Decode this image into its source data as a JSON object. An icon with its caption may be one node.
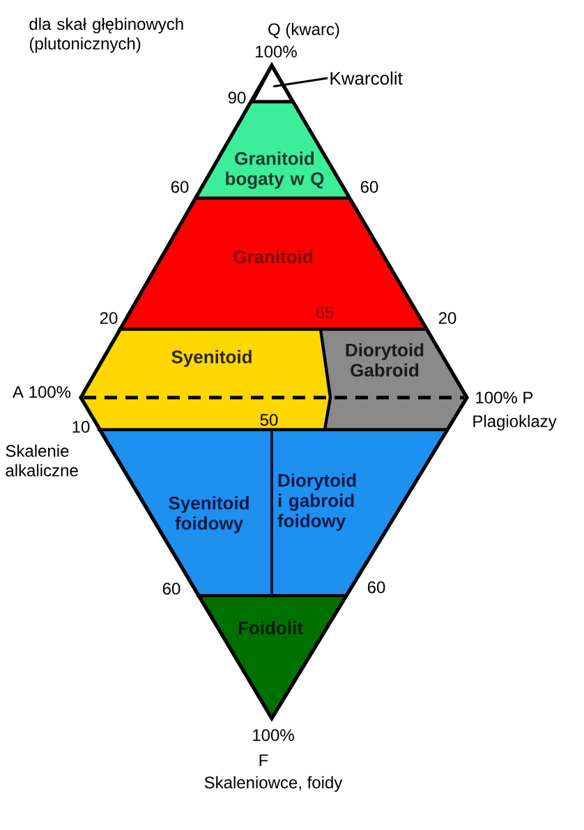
{
  "diagram": {
    "nodes": [
      {
        "text": [
          "Kwarcolit"
        ]
      },
      {
        "text": [],
        "shape": "triangle"
      },
      {
        "text": [
          "Granitoid bogaty w Q"
        ]
      },
      {
        "text": [
          "Granitoid"
        ]
      },
      {
        "text": [
          "Syenitoid"
        ]
      },
      {
        "text": [
          "Diorytoid Gabroid"
        ]
      },
      {
        "text": [
          "Syenitoid foidowy"
        ]
      },
      {
        "text": [
          "Diorytoid i gabroid foidowy"
        ]
      },
      {
        "text": [
          "Foidolit"
        ]
      }
    ],
    "edges": [
      {
        "from": 0,
        "to": 1,
        "arrow": "none"
      }
    ],
    "labels": [
      "dla skał głębinowych (plutonicznych)",
      "Q (kwarc)",
      "100%",
      "90",
      "60",
      "60",
      "20",
      "65",
      "20",
      "A 100%",
      "100% P",
      "10",
      "50",
      "Plagioklazy",
      "Skalenie alkaliczne",
      "60",
      "60",
      "100%",
      "F",
      "Skaleniowce, foidy"
    ]
  }
}
